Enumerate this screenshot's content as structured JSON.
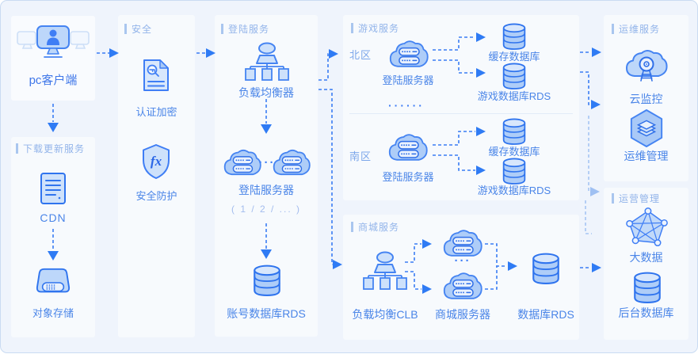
{
  "client": {
    "label": "pc客户端"
  },
  "download_service": {
    "header": "下载更新服务",
    "cdn_label": "CDN",
    "storage_label": "对象存储"
  },
  "security": {
    "header": "安全",
    "auth_label": "认证加密",
    "protection_label": "安全防护",
    "shield_text": "fx"
  },
  "login_service": {
    "header": "登陆服务",
    "lb_label": "负载均衡器",
    "server_dots": "···",
    "server_label": "登陆服务器",
    "server_note": "( 1 / 2 / ... )",
    "db_label": "账号数据库RDS"
  },
  "game_service": {
    "header": "游戏服务",
    "separator_dots": "······",
    "north": {
      "zone": "北区",
      "server_label": "登陆服务器",
      "cache_label": "缓存数据库",
      "db_label": "游戏数据库RDS"
    },
    "south": {
      "zone": "南区",
      "server_label": "登陆服务器",
      "cache_label": "缓存数据库",
      "db_label": "游戏数据库RDS"
    }
  },
  "mall_service": {
    "header": "商城服务",
    "clb_label": "负载均衡CLB",
    "server_dots": "···",
    "server_label": "商城服务器",
    "db_label": "数据库RDS"
  },
  "ops_service": {
    "header": "运维服务",
    "monitor_label": "云监控",
    "manage_label": "运维管理"
  },
  "biz_service": {
    "header": "运营管理",
    "bigdata_label": "大数据",
    "db_label": "后台数据库"
  },
  "colors": {
    "primary_blue": "#2f7bf4",
    "icon_fill": "#aecdf8",
    "icon_fill_light": "#d9e8fc",
    "label_text": "#4a85e8",
    "header_text": "#92b4ea",
    "light_arrow": "#9fc0f2",
    "canvas_bg": "#eff4fc",
    "panel_bg": "#f7fafd"
  }
}
